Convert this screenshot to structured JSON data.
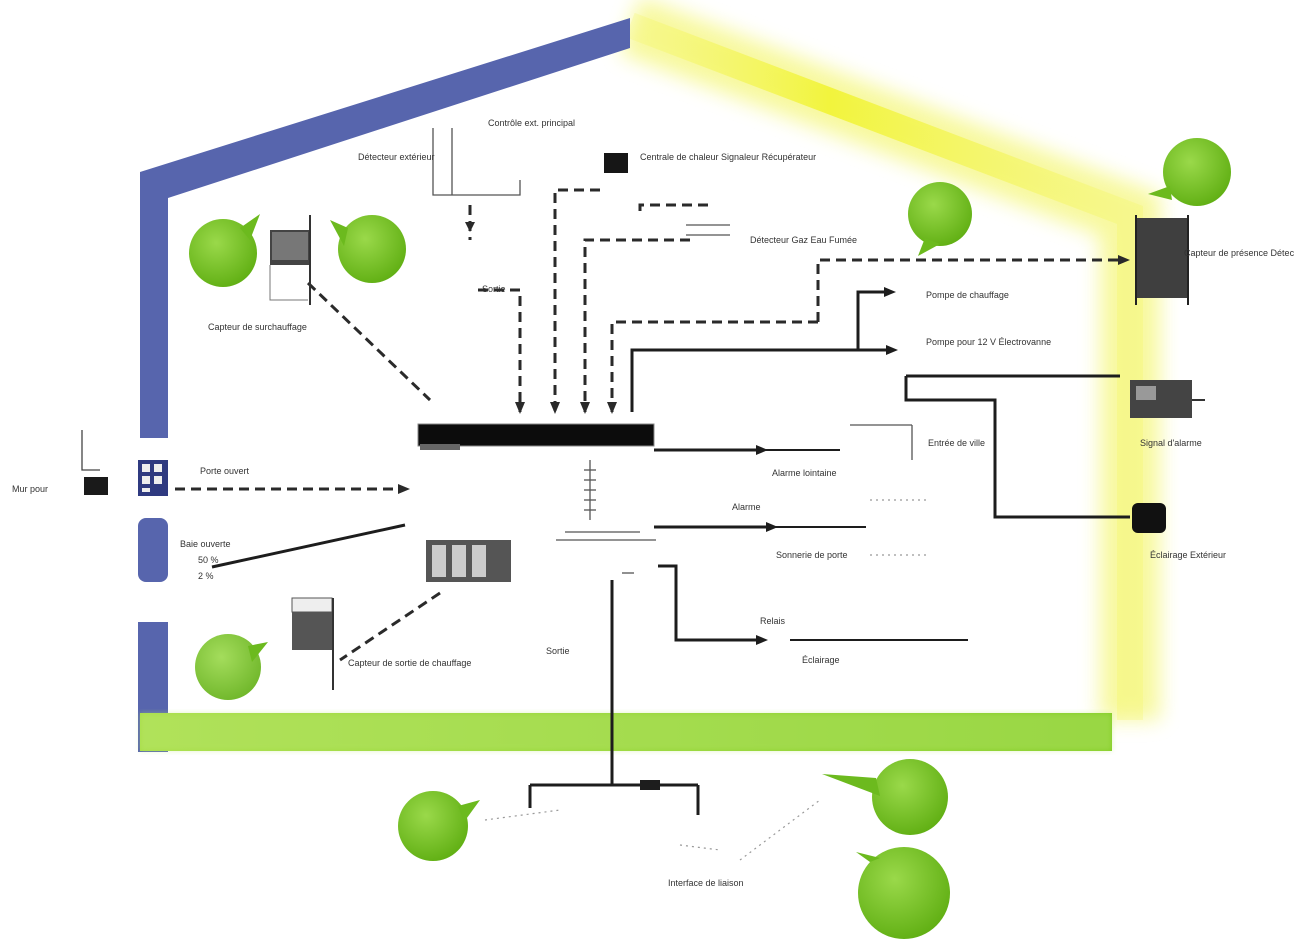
{
  "colors": {
    "wall": "#5563a8",
    "wall_dark": "#3f4b8f",
    "sun": "#f1f224",
    "ground": "#8bd12e",
    "bubble": "#7cc22e",
    "device": "#111111",
    "wire": "#222222"
  },
  "labels": {
    "left_device": "Mur pour",
    "left_arrow": "Porte ouvert",
    "left_window": "Baie ouverte",
    "left_window_sub1": "50 %",
    "left_window_sub2": "2 %",
    "top_sensor_left": "Détecteur extérieur",
    "top_probe": "Contrôle ext. principal",
    "top_box": "Centrale de chaleur Signaleur Récupérateur",
    "top_right_meter": "Détecteur Gaz Eau Fumée",
    "sensor_upper_left": "Capteur de surchauffage",
    "sensor_lower_left": "Capteur de sortie de chauffage",
    "right_top": "Capteur de présence Détecteur de surchauffage",
    "out_1": "Pompe de chauffage",
    "out_2": "Pompe pour 12 V Électrovanne",
    "out_3": "Alarme lointaine",
    "out_4": "Sonnerie de porte",
    "out_5": "Éclairage",
    "out_6": "Entrée de ville",
    "right_dev_1": "Signal d'alarme",
    "right_dev_2": "Éclairage Extérieur",
    "ext_bottom": "Interface de liaison",
    "ext_small_1": "Sortie",
    "ext_small_2": "Alarme",
    "ext_small_3": "Relais",
    "ext_small_4": "Sortie"
  },
  "icons": [
    "speech-bubble-icon",
    "sensor-icon",
    "controller-icon",
    "keypad-icon"
  ]
}
